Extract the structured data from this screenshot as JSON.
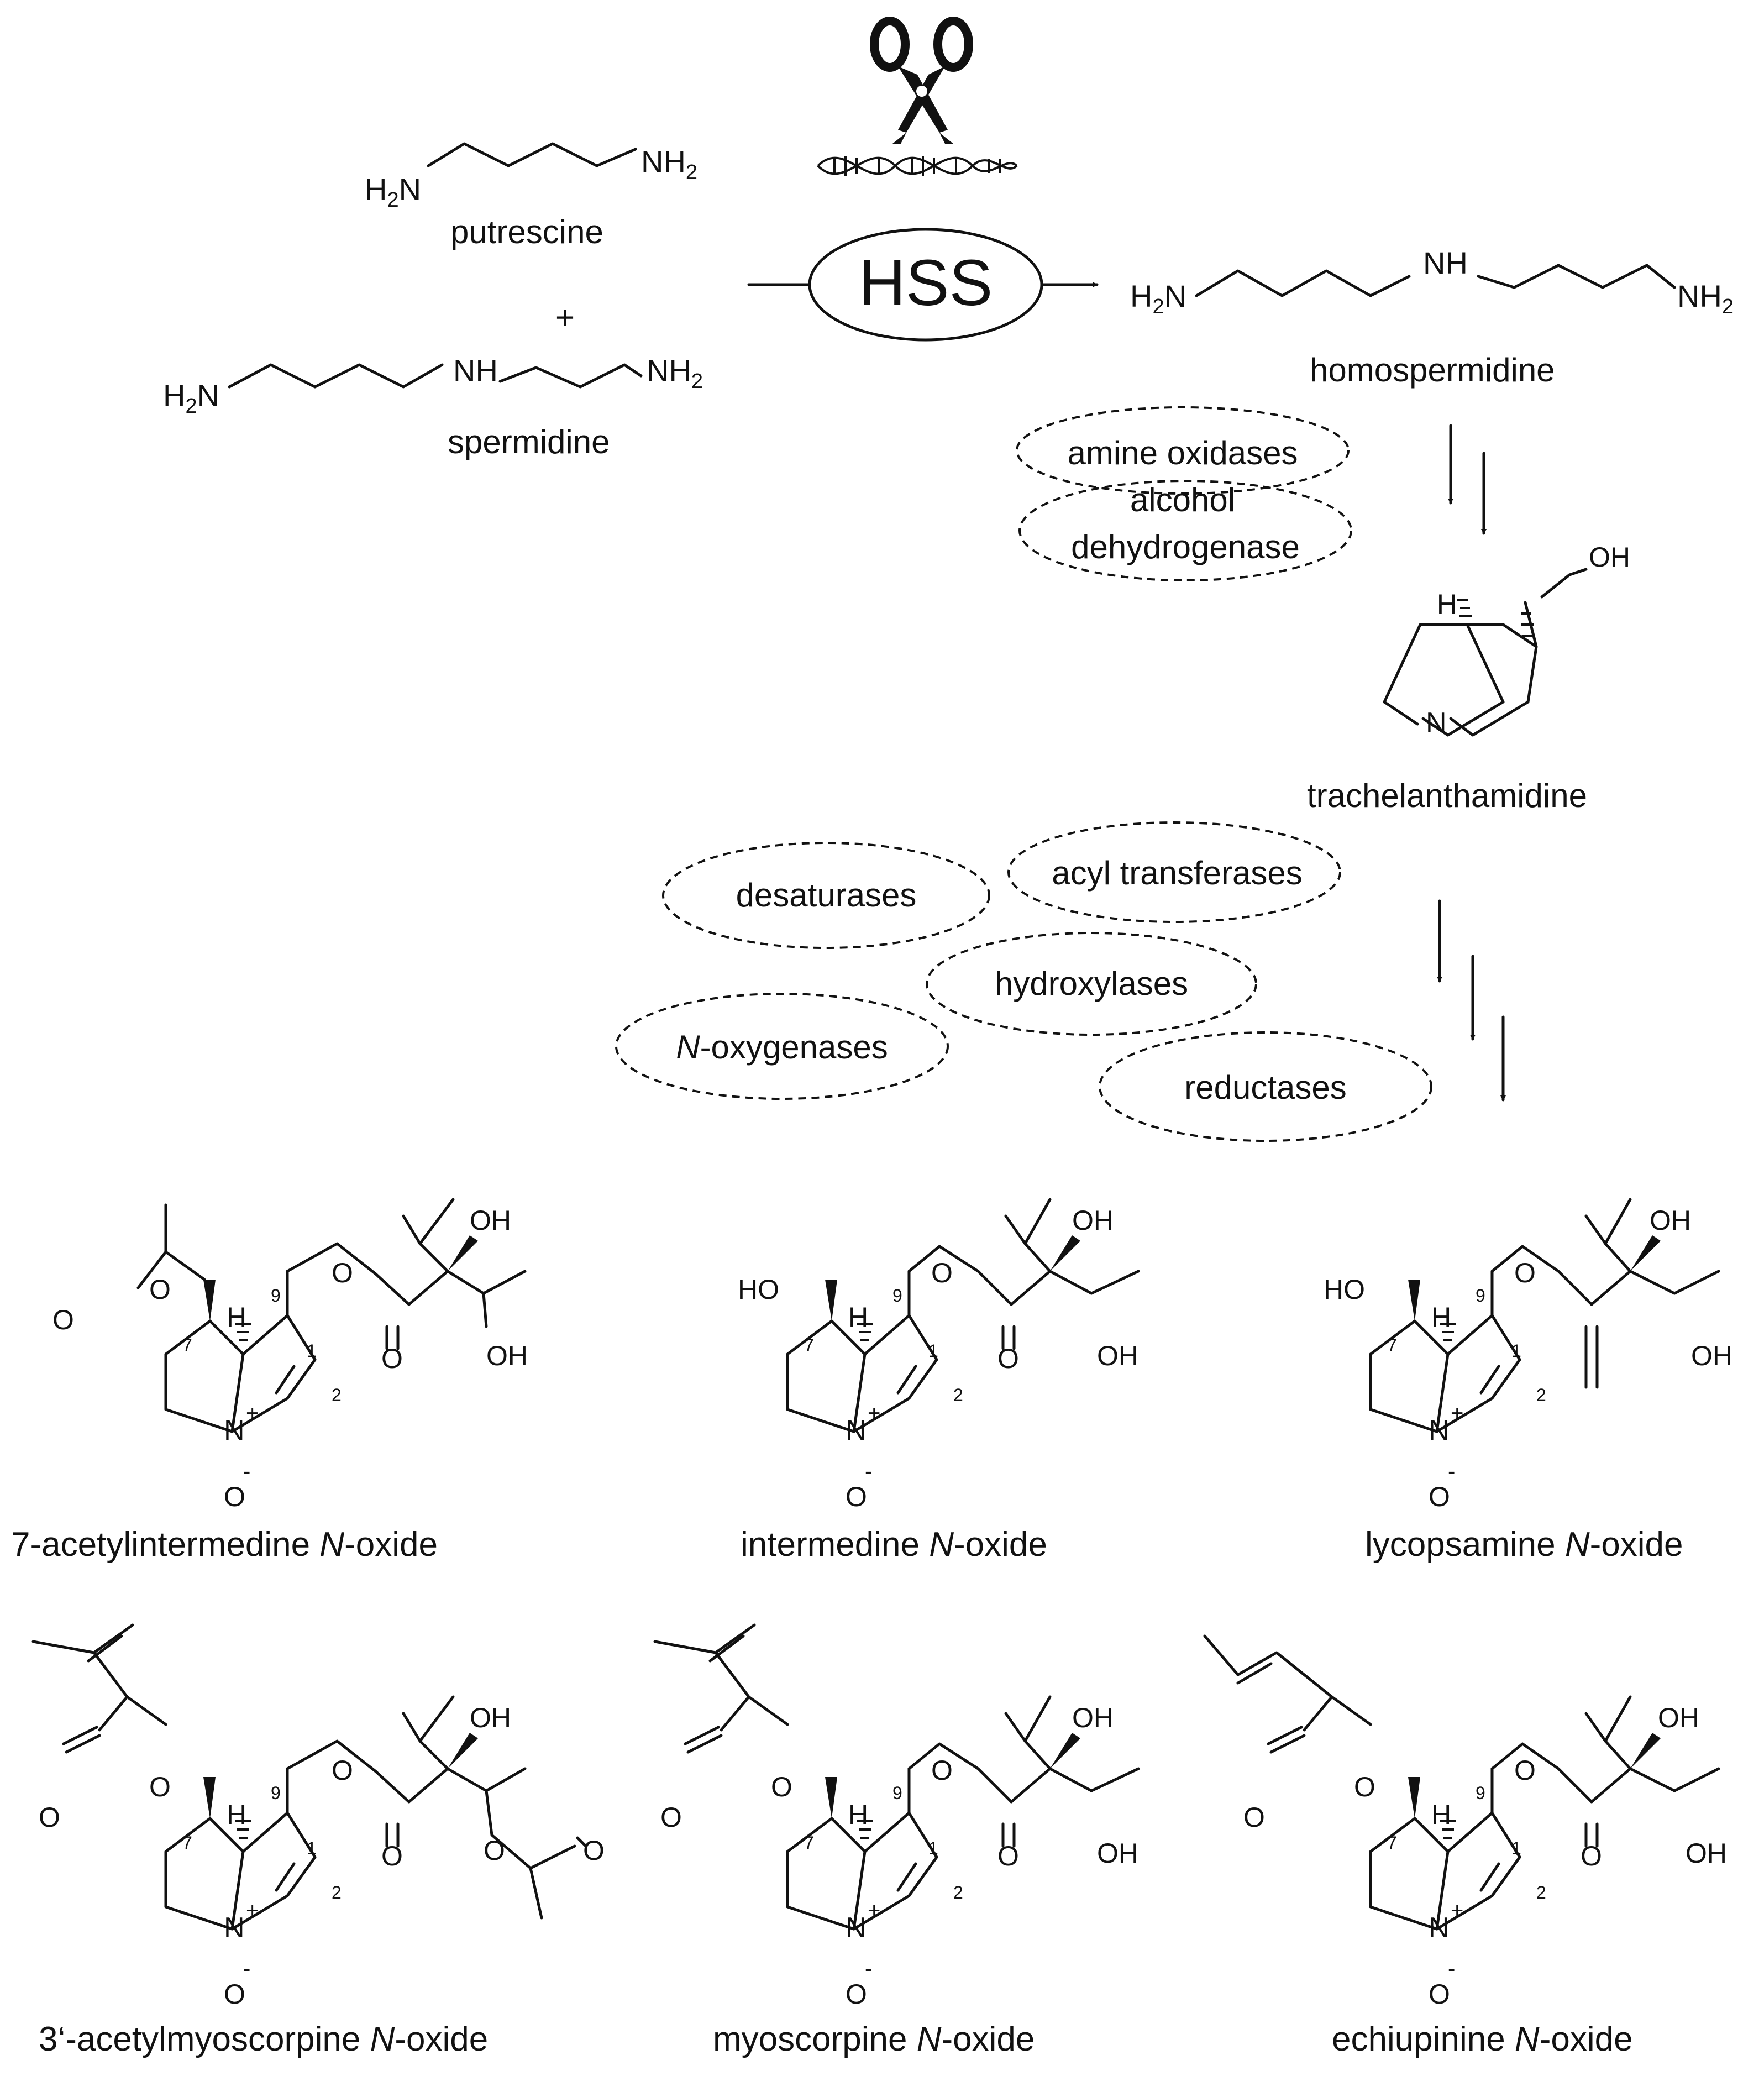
{
  "substrates": {
    "putrescine": {
      "name": "putrescine",
      "left_group": "H2N",
      "right_group": "NH2"
    },
    "plus": "+",
    "spermidine": {
      "name": "spermidine",
      "left_group": "H2N",
      "middle_group": "NH",
      "right_group": "NH2"
    }
  },
  "hss_enzyme": {
    "label": "HSS",
    "icon": "scissors-dna-icon"
  },
  "homospermidine": {
    "name": "homospermidine",
    "left_group": "H2N",
    "middle_group": "NH",
    "right_group": "NH2"
  },
  "enzymes_step2": [
    "amine oxidases",
    "alcohol",
    "dehydrogenase"
  ],
  "trachelanthamidine": {
    "name": "trachelanthamidine",
    "h_label": "H",
    "n_label": "N",
    "oh_label": "OH"
  },
  "enzymes_step3": {
    "desaturases": "desaturases",
    "acyl_transferases": "acyl transferases",
    "hydroxylases": "hydroxylases",
    "n_oxygenases_italic": "N",
    "n_oxygenases_rest": "-oxygenases",
    "reductases": "reductases"
  },
  "atom_labels": {
    "H": "H",
    "OH": "OH",
    "HO": "HO",
    "O": "O",
    "N": "N",
    "plus": "+",
    "ominus": "O",
    "minus": "-",
    "n1": "1",
    "n2": "2",
    "n7": "7",
    "n9": "9"
  },
  "products": [
    {
      "name_prefix": "7-acetylintermedine ",
      "name_italic": "N",
      "name_suffix": "-oxide"
    },
    {
      "name_prefix": "intermedine ",
      "name_italic": "N",
      "name_suffix": "-oxide"
    },
    {
      "name_prefix": "lycopsamine ",
      "name_italic": "N",
      "name_suffix": "-oxide"
    },
    {
      "name_prefix": "3‘-acetylmyoscorpine ",
      "name_italic": "N",
      "name_suffix": "-oxide"
    },
    {
      "name_prefix": "myoscorpine ",
      "name_italic": "N",
      "name_suffix": "-oxide"
    },
    {
      "name_prefix": "echiupinine ",
      "name_italic": "N",
      "name_suffix": "-oxide"
    }
  ]
}
